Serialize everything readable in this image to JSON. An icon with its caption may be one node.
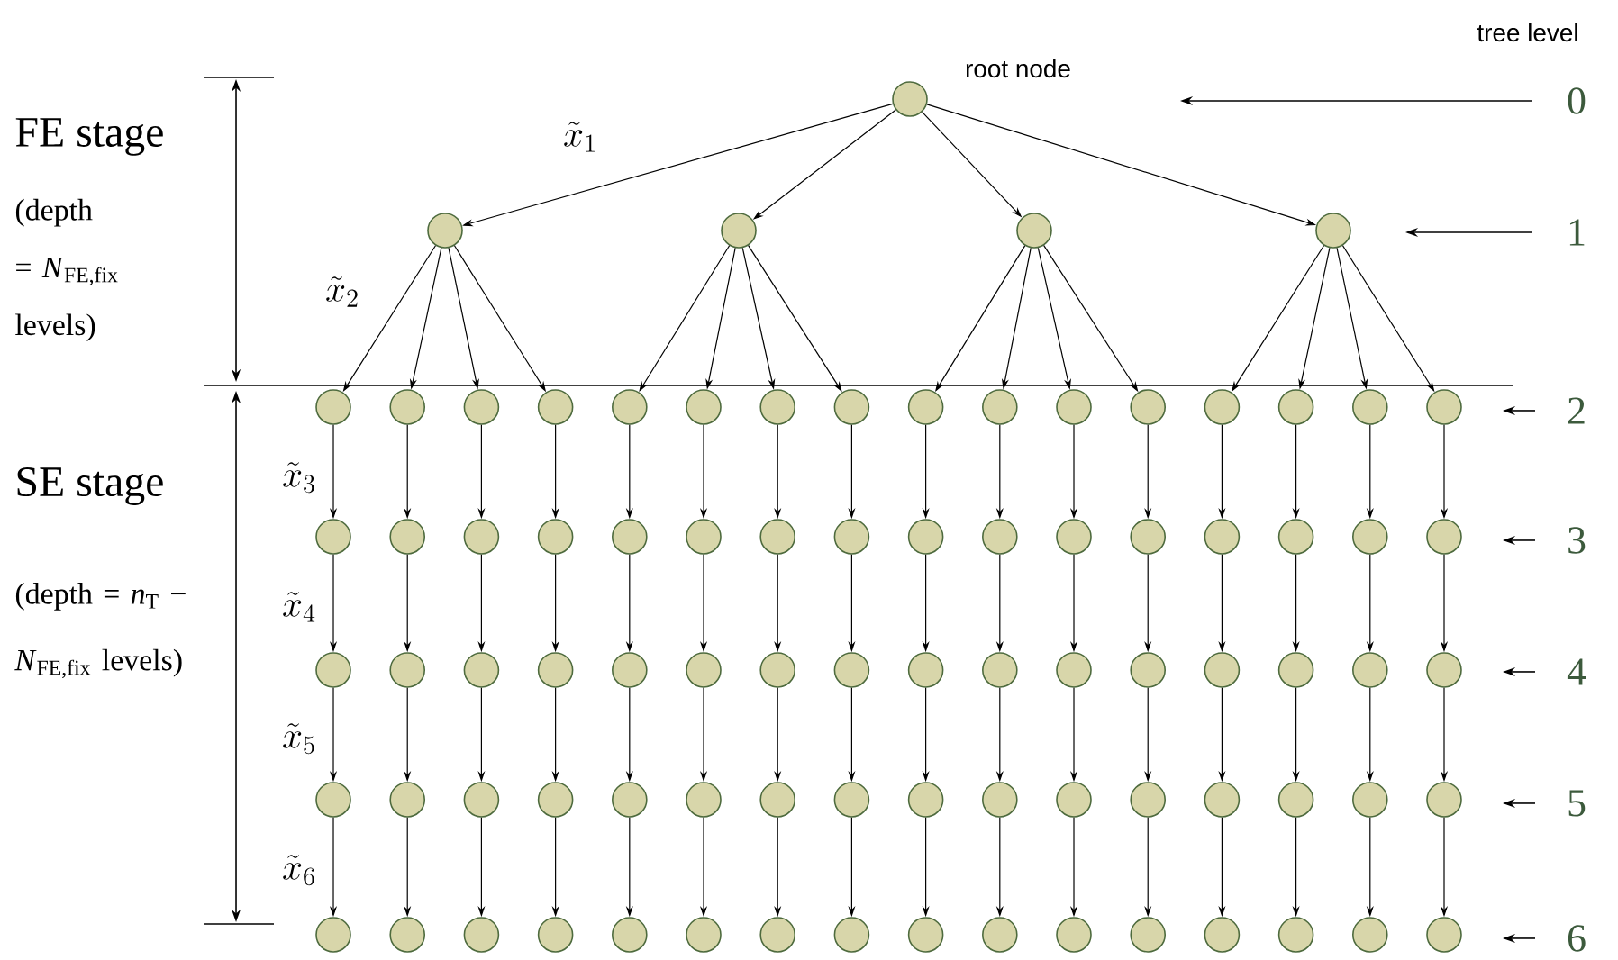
{
  "diagram": {
    "nodes": [
      {
        "text": [],
        "shape": "circle"
      },
      {
        "text": [],
        "shape": "circle"
      },
      {
        "text": [],
        "shape": "circle"
      },
      {
        "text": [],
        "shape": "circle"
      },
      {
        "text": [],
        "shape": "circle"
      },
      {
        "text": [],
        "shape": "circle"
      },
      {
        "text": [],
        "shape": "circle"
      },
      {
        "text": [],
        "shape": "circle"
      },
      {
        "text": [],
        "shape": "circle"
      },
      {
        "text": [],
        "shape": "circle"
      },
      {
        "text": [],
        "shape": "circle"
      },
      {
        "text": [],
        "shape": "circle"
      },
      {
        "text": [],
        "shape": "circle"
      },
      {
        "text": [],
        "shape": "circle"
      },
      {
        "text": [],
        "shape": "circle"
      },
      {
        "text": [],
        "shape": "circle"
      },
      {
        "text": [],
        "shape": "circle"
      },
      {
        "text": [],
        "shape": "circle"
      },
      {
        "text": [],
        "shape": "circle"
      },
      {
        "text": [],
        "shape": "circle"
      },
      {
        "text": [],
        "shape": "circle"
      },
      {
        "text": [],
        "shape": "circle"
      },
      {
        "text": [],
        "shape": "circle"
      },
      {
        "text": [],
        "shape": "circle"
      },
      {
        "text": [],
        "shape": "circle"
      },
      {
        "text": [],
        "shape": "circle"
      },
      {
        "text": [],
        "shape": "circle"
      },
      {
        "text": [],
        "shape": "circle"
      },
      {
        "text": [],
        "shape": "circle"
      },
      {
        "text": [],
        "shape": "circle"
      },
      {
        "text": [],
        "shape": "circle"
      },
      {
        "text": [],
        "shape": "circle"
      },
      {
        "text": [],
        "shape": "circle"
      },
      {
        "text": [],
        "shape": "circle"
      },
      {
        "text": [],
        "shape": "circle"
      },
      {
        "text": [],
        "shape": "circle"
      },
      {
        "text": [],
        "shape": "circle"
      },
      {
        "text": [],
        "shape": "circle"
      },
      {
        "text": [],
        "shape": "circle"
      },
      {
        "text": [],
        "shape": "circle"
      },
      {
        "text": [],
        "shape": "circle"
      },
      {
        "text": [],
        "shape": "circle"
      },
      {
        "text": [],
        "shape": "circle"
      },
      {
        "text": [],
        "shape": "circle"
      },
      {
        "text": [],
        "shape": "circle"
      },
      {
        "text": [],
        "shape": "circle"
      },
      {
        "text": [],
        "shape": "circle"
      },
      {
        "text": [],
        "shape": "circle"
      },
      {
        "text": [],
        "shape": "circle"
      },
      {
        "text": [],
        "shape": "circle"
      },
      {
        "text": [],
        "shape": "circle"
      },
      {
        "text": [],
        "shape": "circle"
      },
      {
        "text": [],
        "shape": "circle"
      },
      {
        "text": [],
        "shape": "circle"
      },
      {
        "text": [],
        "shape": "circle"
      },
      {
        "text": [],
        "shape": "circle"
      },
      {
        "text": [],
        "shape": "circle"
      },
      {
        "text": [],
        "shape": "circle"
      },
      {
        "text": [],
        "shape": "circle"
      },
      {
        "text": [],
        "shape": "circle"
      },
      {
        "text": [],
        "shape": "circle"
      },
      {
        "text": [],
        "shape": "circle"
      },
      {
        "text": [],
        "shape": "circle"
      },
      {
        "text": [],
        "shape": "circle"
      },
      {
        "text": [],
        "shape": "circle"
      },
      {
        "text": [],
        "shape": "circle"
      },
      {
        "text": [],
        "shape": "circle"
      },
      {
        "text": [],
        "shape": "circle"
      },
      {
        "text": [],
        "shape": "circle"
      },
      {
        "text": [],
        "shape": "circle"
      },
      {
        "text": [],
        "shape": "circle"
      },
      {
        "text": [],
        "shape": "circle"
      },
      {
        "text": [],
        "shape": "circle"
      },
      {
        "text": [],
        "shape": "circle"
      },
      {
        "text": [],
        "shape": "circle"
      },
      {
        "text": [],
        "shape": "circle"
      },
      {
        "text": [],
        "shape": "circle"
      },
      {
        "text": [],
        "shape": "circle"
      },
      {
        "text": [],
        "shape": "circle"
      },
      {
        "text": [],
        "shape": "circle"
      },
      {
        "text": [],
        "shape": "circle"
      },
      {
        "text": [],
        "shape": "circle"
      },
      {
        "text": [],
        "shape": "circle"
      },
      {
        "text": [],
        "shape": "circle"
      },
      {
        "text": [],
        "shape": "circle"
      }
    ],
    "edges": [
      {
        "from": 0,
        "to": 1,
        "arrow": "to",
        "label": "\\tilde{x}_{1}"
      },
      {
        "from": 0,
        "to": 2,
        "arrow": "to"
      },
      {
        "from": 0,
        "to": 3,
        "arrow": "to"
      },
      {
        "from": 0,
        "to": 4,
        "arrow": "to"
      },
      {
        "from": 1,
        "to": 5,
        "arrow": "to",
        "label": "\\tilde{x}_{2}"
      },
      {
        "from": 1,
        "to": 6,
        "arrow": "to"
      },
      {
        "from": 1,
        "to": 7,
        "arrow": "to"
      },
      {
        "from": 1,
        "to": 8,
        "arrow": "to"
      },
      {
        "from": 2,
        "to": 9,
        "arrow": "to"
      },
      {
        "from": 2,
        "to": 10,
        "arrow": "to"
      },
      {
        "from": 2,
        "to": 11,
        "arrow": "to"
      },
      {
        "from": 2,
        "to": 12,
        "arrow": "to"
      },
      {
        "from": 3,
        "to": 13,
        "arrow": "to"
      },
      {
        "from": 3,
        "to": 14,
        "arrow": "to"
      },
      {
        "from": 3,
        "to": 15,
        "arrow": "to"
      },
      {
        "from": 3,
        "to": 16,
        "arrow": "to"
      },
      {
        "from": 4,
        "to": 17,
        "arrow": "to"
      },
      {
        "from": 4,
        "to": 18,
        "arrow": "to"
      },
      {
        "from": 4,
        "to": 19,
        "arrow": "to"
      },
      {
        "from": 4,
        "to": 20,
        "arrow": "to"
      },
      {
        "from": 5,
        "to": 21,
        "arrow": "to",
        "label": "\\tilde{x}_{3}"
      },
      {
        "from": 6,
        "to": 22,
        "arrow": "to"
      },
      {
        "from": 7,
        "to": 23,
        "arrow": "to"
      },
      {
        "from": 8,
        "to": 24,
        "arrow": "to"
      },
      {
        "from": 9,
        "to": 25,
        "arrow": "to"
      },
      {
        "from": 10,
        "to": 26,
        "arrow": "to"
      },
      {
        "from": 11,
        "to": 27,
        "arrow": "to"
      },
      {
        "from": 12,
        "to": 28,
        "arrow": "to"
      },
      {
        "from": 13,
        "to": 29,
        "arrow": "to"
      },
      {
        "from": 14,
        "to": 30,
        "arrow": "to"
      },
      {
        "from": 15,
        "to": 31,
        "arrow": "to"
      },
      {
        "from": 16,
        "to": 32,
        "arrow": "to"
      },
      {
        "from": 17,
        "to": 33,
        "arrow": "to"
      },
      {
        "from": 18,
        "to": 34,
        "arrow": "to"
      },
      {
        "from": 19,
        "to": 35,
        "arrow": "to"
      },
      {
        "from": 20,
        "to": 36,
        "arrow": "to"
      },
      {
        "from": 21,
        "to": 37,
        "arrow": "to",
        "label": "\\tilde{x}_{4}"
      },
      {
        "from": 22,
        "to": 38,
        "arrow": "to"
      },
      {
        "from": 23,
        "to": 39,
        "arrow": "to"
      },
      {
        "from": 24,
        "to": 40,
        "arrow": "to"
      },
      {
        "from": 25,
        "to": 41,
        "arrow": "to"
      },
      {
        "from": 26,
        "to": 42,
        "arrow": "to"
      },
      {
        "from": 27,
        "to": 43,
        "arrow": "to"
      },
      {
        "from": 28,
        "to": 44,
        "arrow": "to"
      },
      {
        "from": 29,
        "to": 45,
        "arrow": "to"
      },
      {
        "from": 30,
        "to": 46,
        "arrow": "to"
      },
      {
        "from": 31,
        "to": 47,
        "arrow": "to"
      },
      {
        "from": 32,
        "to": 48,
        "arrow": "to"
      },
      {
        "from": 33,
        "to": 49,
        "arrow": "to"
      },
      {
        "from": 34,
        "to": 50,
        "arrow": "to"
      },
      {
        "from": 35,
        "to": 51,
        "arrow": "to"
      },
      {
        "from": 36,
        "to": 52,
        "arrow": "to"
      },
      {
        "from": 37,
        "to": 53,
        "arrow": "to",
        "label": "\\tilde{x}_{5}"
      },
      {
        "from": 38,
        "to": 54,
        "arrow": "to"
      },
      {
        "from": 39,
        "to": 55,
        "arrow": "to"
      },
      {
        "from": 40,
        "to": 56,
        "arrow": "to"
      },
      {
        "from": 41,
        "to": 57,
        "arrow": "to"
      },
      {
        "from": 42,
        "to": 58,
        "arrow": "to"
      },
      {
        "from": 43,
        "to": 59,
        "arrow": "to"
      },
      {
        "from": 44,
        "to": 60,
        "arrow": "to"
      },
      {
        "from": 45,
        "to": 61,
        "arrow": "to"
      },
      {
        "from": 46,
        "to": 62,
        "arrow": "to"
      },
      {
        "from": 47,
        "to": 63,
        "arrow": "to"
      },
      {
        "from": 48,
        "to": 64,
        "arrow": "to"
      },
      {
        "from": 49,
        "to": 65,
        "arrow": "to"
      },
      {
        "from": 50,
        "to": 66,
        "arrow": "to"
      },
      {
        "from": 51,
        "to": 67,
        "arrow": "to"
      },
      {
        "from": 52,
        "to": 68,
        "arrow": "to"
      },
      {
        "from": 53,
        "to": 69,
        "arrow": "to",
        "label": "\\tilde{x}_{6}"
      },
      {
        "from": 54,
        "to": 70,
        "arrow": "to"
      },
      {
        "from": 55,
        "to": 71,
        "arrow": "to"
      },
      {
        "from": 56,
        "to": 72,
        "arrow": "to"
      },
      {
        "from": 57,
        "to": 73,
        "arrow": "to"
      },
      {
        "from": 58,
        "to": 74,
        "arrow": "to"
      },
      {
        "from": 59,
        "to": 75,
        "arrow": "to"
      },
      {
        "from": 60,
        "to": 76,
        "arrow": "to"
      },
      {
        "from": 61,
        "to": 77,
        "arrow": "to"
      },
      {
        "from": 62,
        "to": 78,
        "arrow": "to"
      },
      {
        "from": 63,
        "to": 79,
        "arrow": "to"
      },
      {
        "from": 64,
        "to": 80,
        "arrow": "to"
      },
      {
        "from": 65,
        "to": 81,
        "arrow": "to"
      },
      {
        "from": 66,
        "to": 82,
        "arrow": "to"
      },
      {
        "from": 67,
        "to": 83,
        "arrow": "to"
      },
      {
        "from": 68,
        "to": 84,
        "arrow": "to"
      }
    ],
    "labels": [
      "root node",
      "tree level",
      "0",
      "1",
      "2",
      "3",
      "4",
      "5",
      "6",
      "FE stage",
      "(depth = *N*$_{FE,fix}$ levels)",
      "SE stage",
      "(depth = *n*$_{T}$ − *N*$_{FE,fix}$ levels)"
    ]
  }
}
